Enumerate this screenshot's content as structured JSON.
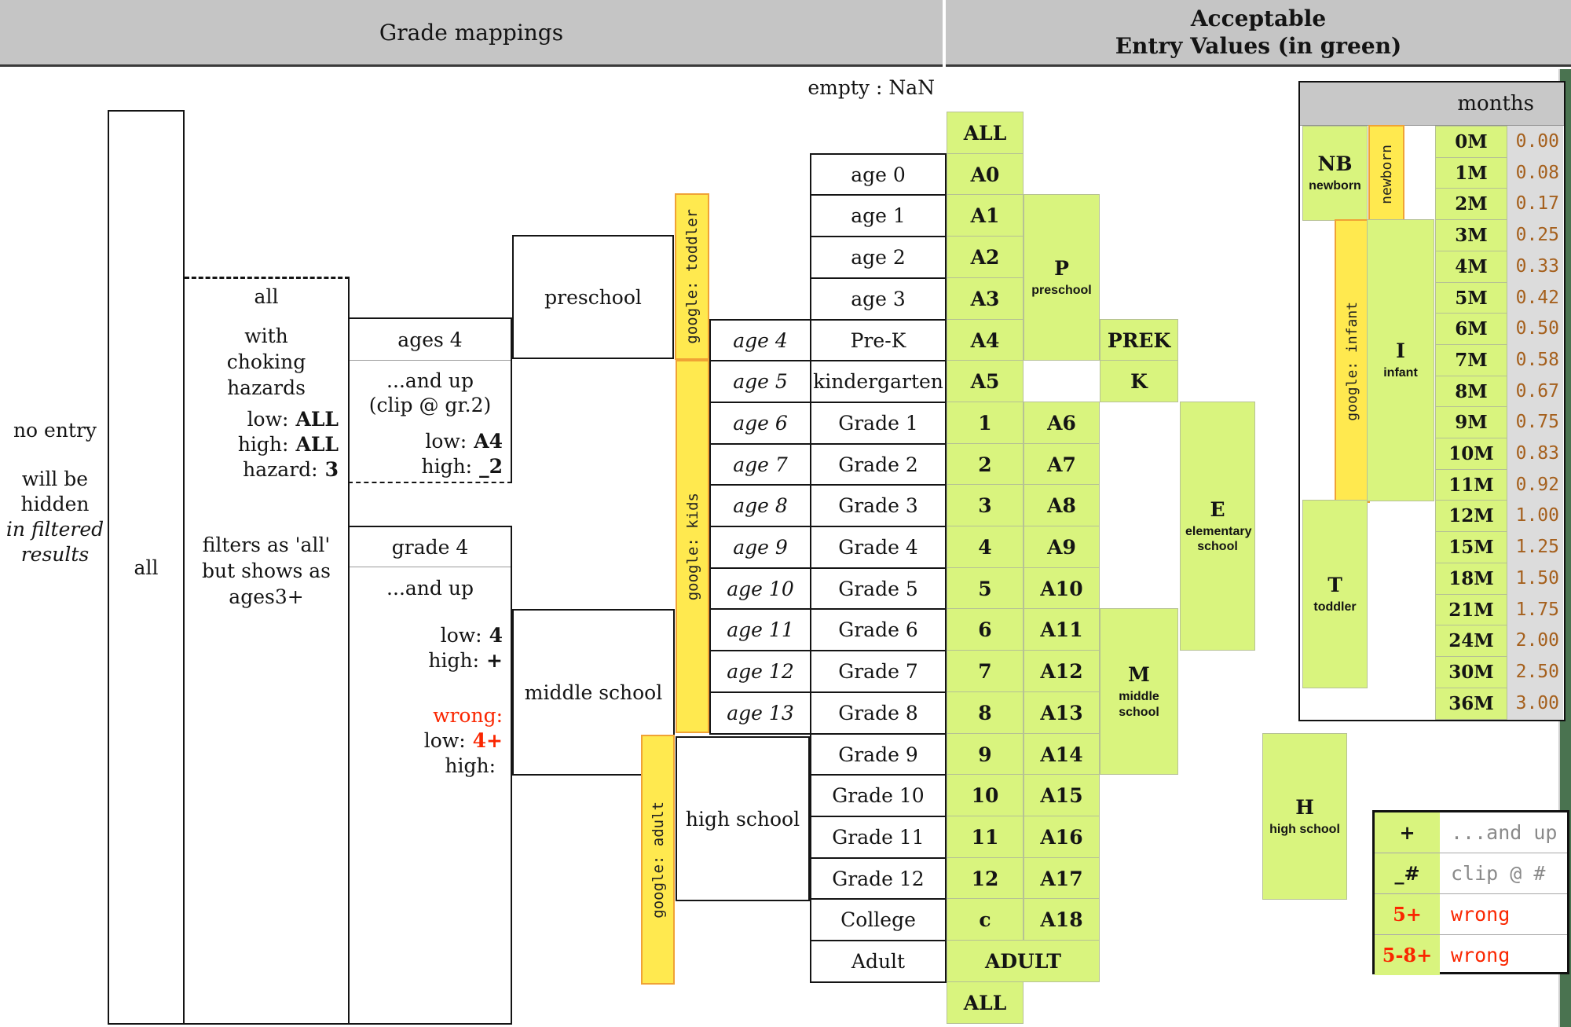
{
  "header": {
    "left_title": "Grade mappings",
    "right_title_1": "Acceptable",
    "right_title_2": "Entry Values (in green)"
  },
  "notes": {
    "empty_rule": "empty : NaN",
    "no_entry_1": "no entry",
    "no_entry_2": "will be hidden",
    "no_entry_3": "in filtered results",
    "tall_box_label": "all"
  },
  "dashed_box": {
    "title": "all",
    "subtitle_1": "with",
    "subtitle_2": "choking hazards",
    "kv": [
      {
        "k": "low:",
        "v": "ALL"
      },
      {
        "k": "high:",
        "v": "ALL"
      },
      {
        "k": "hazard:",
        "v": "3"
      }
    ],
    "note_1": "filters as 'all'",
    "note_2": "but shows as",
    "note_3": "ages3+"
  },
  "ages4_box": {
    "title": "ages 4",
    "line_1": "...and up",
    "line_2": "(clip @ gr.2)",
    "kv": [
      {
        "k": "low:",
        "v": "A4"
      },
      {
        "k": "high:",
        "v": "_2"
      }
    ]
  },
  "grade4_box": {
    "title": "grade 4",
    "line_1": "...and up",
    "kv": [
      {
        "k": "low:",
        "v": "4"
      },
      {
        "k": "high:",
        "v": "+"
      }
    ],
    "wrong_label": "wrong:",
    "wrong_kv": [
      {
        "k": "low:",
        "v": "4+"
      },
      {
        "k": "high:",
        "v": ""
      }
    ]
  },
  "school_boxes": {
    "preschool": "preschool",
    "middle": "middle school",
    "high": "high school"
  },
  "grid": {
    "rows": [
      {
        "c1": "ALL"
      },
      {
        "grade": "age 0",
        "c1": "A0"
      },
      {
        "grade": "age 1",
        "c1": "A1"
      },
      {
        "grade": "age 2",
        "c1": "A2"
      },
      {
        "grade": "age 3",
        "c1": "A3"
      },
      {
        "age": "age 4",
        "grade": "Pre-K",
        "c1": "A4",
        "c3": "PREK"
      },
      {
        "age": "age 5",
        "grade": "kindergarten",
        "c1": "A5",
        "c3": "K"
      },
      {
        "age": "age 6",
        "grade": "Grade 1",
        "c1": "1",
        "c2": "A6"
      },
      {
        "age": "age 7",
        "grade": "Grade 2",
        "c1": "2",
        "c2": "A7"
      },
      {
        "age": "age 8",
        "grade": "Grade 3",
        "c1": "3",
        "c2": "A8"
      },
      {
        "age": "age 9",
        "grade": "Grade 4",
        "c1": "4",
        "c2": "A9"
      },
      {
        "age": "age 10",
        "grade": "Grade 5",
        "c1": "5",
        "c2": "A10"
      },
      {
        "age": "age 11",
        "grade": "Grade 6",
        "c1": "6",
        "c2": "A11"
      },
      {
        "age": "age 12",
        "grade": "Grade 7",
        "c1": "7",
        "c2": "A12"
      },
      {
        "age": "age 13",
        "grade": "Grade 8",
        "c1": "8",
        "c2": "A13"
      },
      {
        "grade": "Grade 9",
        "c1": "9",
        "c2": "A14"
      },
      {
        "grade": "Grade 10",
        "c1": "10",
        "c2": "A15"
      },
      {
        "grade": "Grade 11",
        "c1": "11",
        "c2": "A16"
      },
      {
        "grade": "Grade 12",
        "c1": "12",
        "c2": "A17"
      },
      {
        "grade": "College",
        "c1": "c",
        "c2": "A18"
      },
      {
        "grade": "Adult",
        "wide": "ADULT"
      },
      {
        "c1": "ALL"
      }
    ],
    "span_cells": [
      {
        "code": "P",
        "sub": "preschool",
        "col": "c2",
        "row_start": 2,
        "row_end": 5
      },
      {
        "code": "M",
        "sub": "middle school",
        "col": "c3",
        "row_start": 12,
        "row_end": 15
      },
      {
        "code": "E",
        "sub": "elementary school",
        "col": "c4",
        "row_start": 7,
        "row_end": 12
      },
      {
        "code": "H",
        "sub": "high school",
        "col": "h",
        "row_start": 15,
        "row_end": 18
      }
    ]
  },
  "yellow_bars": [
    {
      "label": "google: toddler"
    },
    {
      "label": "google: kids"
    },
    {
      "label": "google: adult"
    }
  ],
  "months_table": {
    "header": "months",
    "nb_code": "NB",
    "nb_sub": "newborn",
    "infant_code": "I",
    "infant_sub": "infant",
    "toddler_code": "T",
    "toddler_sub": "toddler",
    "newborn_bar": "newborn",
    "infant_bar": "google: infant",
    "rows": [
      {
        "m": "0M",
        "v": "0.00"
      },
      {
        "m": "1M",
        "v": "0.08"
      },
      {
        "m": "2M",
        "v": "0.17"
      },
      {
        "m": "3M",
        "v": "0.25"
      },
      {
        "m": "4M",
        "v": "0.33"
      },
      {
        "m": "5M",
        "v": "0.42"
      },
      {
        "m": "6M",
        "v": "0.50"
      },
      {
        "m": "7M",
        "v": "0.58"
      },
      {
        "m": "8M",
        "v": "0.67"
      },
      {
        "m": "9M",
        "v": "0.75"
      },
      {
        "m": "10M",
        "v": "0.83"
      },
      {
        "m": "11M",
        "v": "0.92"
      },
      {
        "m": "12M",
        "v": "1.00"
      },
      {
        "m": "15M",
        "v": "1.25"
      },
      {
        "m": "18M",
        "v": "1.50"
      },
      {
        "m": "21M",
        "v": "1.75"
      },
      {
        "m": "24M",
        "v": "2.00"
      },
      {
        "m": "30M",
        "v": "2.50"
      },
      {
        "m": "36M",
        "v": "3.00"
      }
    ]
  },
  "legend": {
    "rows": [
      {
        "key": "+",
        "desc": "...and up",
        "invalid": false
      },
      {
        "key": "_#",
        "desc": "clip @ #",
        "invalid": false
      },
      {
        "key": "5+",
        "desc": "wrong",
        "invalid": true
      },
      {
        "key": "5-8+",
        "desc": "wrong",
        "invalid": true
      }
    ]
  },
  "colors": {
    "green": "#d9f47e",
    "yellow": "#ffe94f",
    "yellow_border": "#f0a235",
    "red": "#fa2600",
    "brown": "#a5601d",
    "header_gray": "#c5c5c5",
    "value_gray": "#dcdcdc",
    "strip_green": "#4a7350"
  }
}
